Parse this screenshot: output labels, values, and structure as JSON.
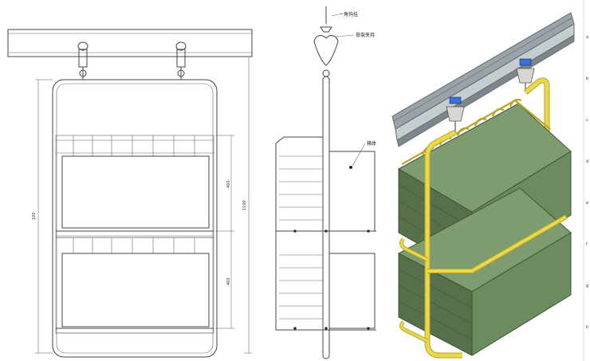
{
  "front_view": {
    "dim_shelf_top": "460",
    "dim_shelf_bottom": "460",
    "dim_total_left": "100",
    "dim_total_right": "1100"
  },
  "side_view": {
    "label_hook": "一角钩挂",
    "label_clamp": "骨架夹持",
    "label_box": "箱体"
  },
  "colors": {
    "rail": "#9aa3a8",
    "rail_dark": "#5f686d",
    "frame_yellow": "#e8d84a",
    "frame_yellow_dark": "#b5a52a",
    "box_green": "#6c8b5e",
    "box_green_dark": "#55704a",
    "box_green_light": "#7f9c70",
    "clamp_blue": "#3b6fd1"
  },
  "edge_marks": [
    "a",
    "b",
    "c",
    "d",
    "e",
    "f",
    "g",
    "h"
  ]
}
